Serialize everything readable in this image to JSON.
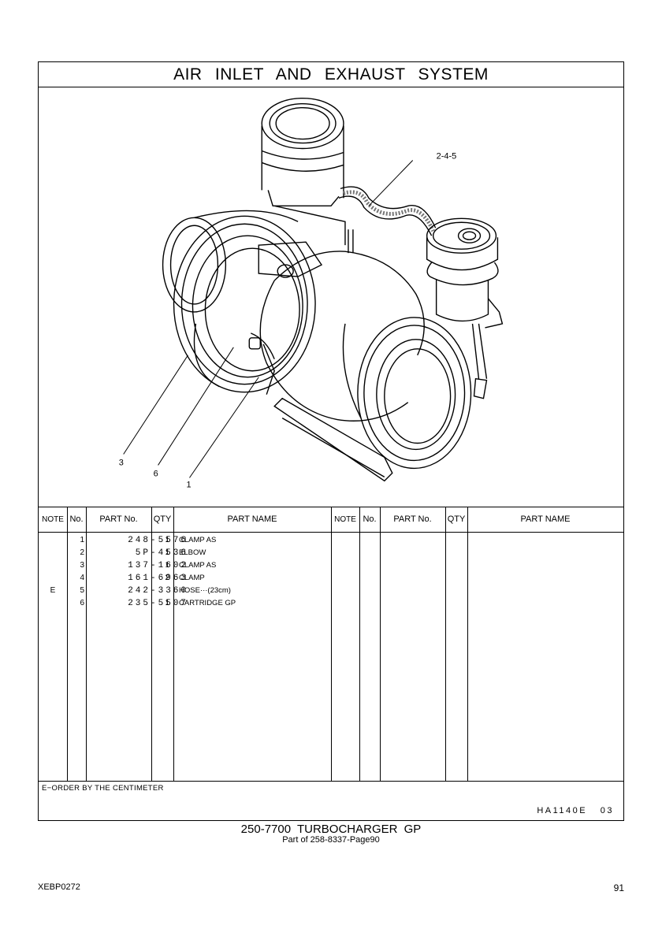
{
  "page": {
    "title": "AIR INLET AND EXHAUST SYSTEM",
    "assembly_title": "250-7700 TURBOCHARGER GP",
    "part_of": "Part of 258-8337-Page90",
    "doc_id": "XEBP0272",
    "page_number": "91"
  },
  "illustration": {
    "callouts": [
      "2-4-5",
      "3",
      "6",
      "1"
    ]
  },
  "table": {
    "headers_left": {
      "note": "NOTE",
      "no": "No.",
      "part_no": "PART No.",
      "qty": "QTY",
      "part_name": "PART NAME"
    },
    "headers_right": {
      "note": "NOTE",
      "no": "No.",
      "part_no": "PART No.",
      "qty": "QTY",
      "part_name": "PART NAME"
    },
    "rows": [
      {
        "note": "",
        "no": "1",
        "part_no": "248-5576",
        "qty": "1",
        "name": "CLAMP AS"
      },
      {
        "note": "",
        "no": "2",
        "part_no": "5P-4536",
        "qty": "1",
        "name": "ELBOW"
      },
      {
        "note": "",
        "no": "3",
        "part_no": "137-1602",
        "qty": "1",
        "name": "CLAMP AS"
      },
      {
        "note": "",
        "no": "4",
        "part_no": "161-6963",
        "qty": "2",
        "name": "CLAMP"
      },
      {
        "note": "E",
        "no": "5",
        "part_no": "242-3360",
        "qty": "",
        "name": "HOSE···(23cm)"
      },
      {
        "note": "",
        "no": "6",
        "part_no": "235-5507",
        "qty": "1",
        "name": "CARTRIDGE GP"
      }
    ]
  },
  "footer": {
    "note": "E−ORDER BY THE CENTIMETER",
    "code": "HA1140E   03"
  }
}
